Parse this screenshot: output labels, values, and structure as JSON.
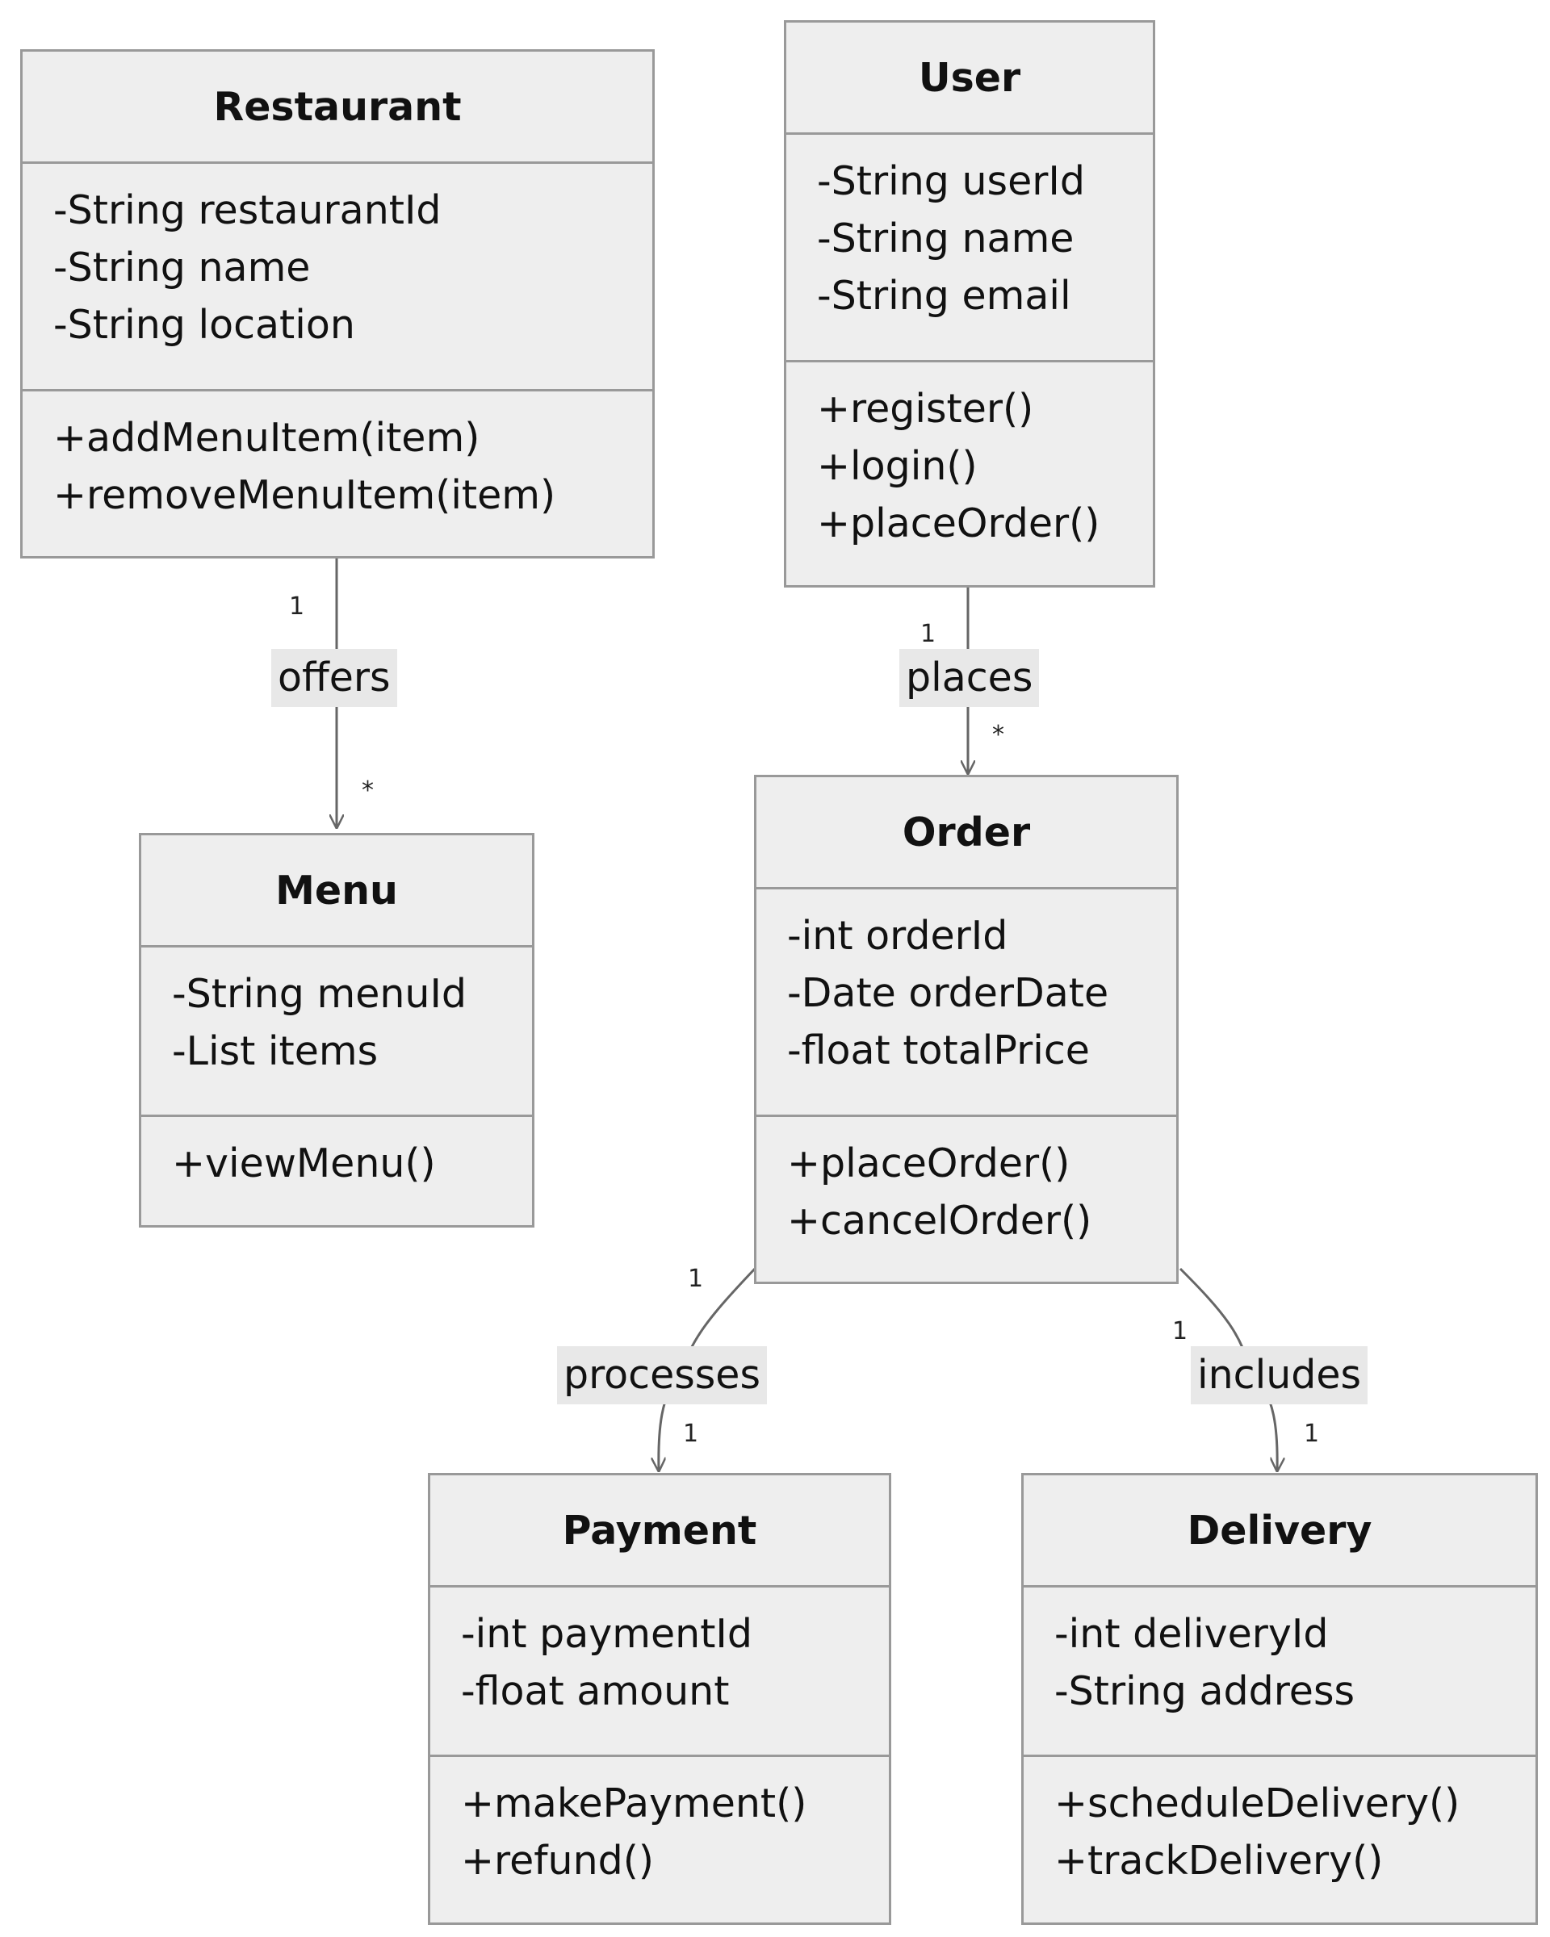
{
  "classes": {
    "restaurant": {
      "name": "Restaurant",
      "attributes": [
        "-String restaurantId",
        "-String name",
        "-String location"
      ],
      "methods": [
        "+addMenuItem(item)",
        "+removeMenuItem(item)"
      ]
    },
    "user": {
      "name": "User",
      "attributes": [
        "-String userId",
        "-String name",
        "-String email"
      ],
      "methods": [
        "+register()",
        "+login()",
        "+placeOrder()"
      ]
    },
    "menu": {
      "name": "Menu",
      "attributes": [
        "-String menuId",
        "-List items"
      ],
      "methods": [
        "+viewMenu()"
      ]
    },
    "order": {
      "name": "Order",
      "attributes": [
        "-int orderId",
        "-Date orderDate",
        "-float totalPrice"
      ],
      "methods": [
        "+placeOrder()",
        "+cancelOrder()"
      ]
    },
    "payment": {
      "name": "Payment",
      "attributes": [
        "-int paymentId",
        "-float amount"
      ],
      "methods": [
        "+makePayment()",
        "+refund()"
      ]
    },
    "delivery": {
      "name": "Delivery",
      "attributes": [
        "-int deliveryId",
        "-String address"
      ],
      "methods": [
        "+scheduleDelivery()",
        "+trackDelivery()"
      ]
    }
  },
  "relations": {
    "offers": {
      "label": "offers",
      "from": "Restaurant",
      "to": "Menu",
      "from_mult": "1",
      "to_mult": "*"
    },
    "places": {
      "label": "places",
      "from": "User",
      "to": "Order",
      "from_mult": "1",
      "to_mult": "*"
    },
    "processes": {
      "label": "processes",
      "from": "Order",
      "to": "Payment",
      "from_mult": "1",
      "to_mult": "1"
    },
    "includes": {
      "label": "includes",
      "from": "Order",
      "to": "Delivery",
      "from_mult": "1",
      "to_mult": "1"
    }
  },
  "colors": {
    "box_fill": "#eeeeee",
    "box_border": "#999999",
    "edge": "#666666",
    "label_bg": "#e8e8e8"
  }
}
